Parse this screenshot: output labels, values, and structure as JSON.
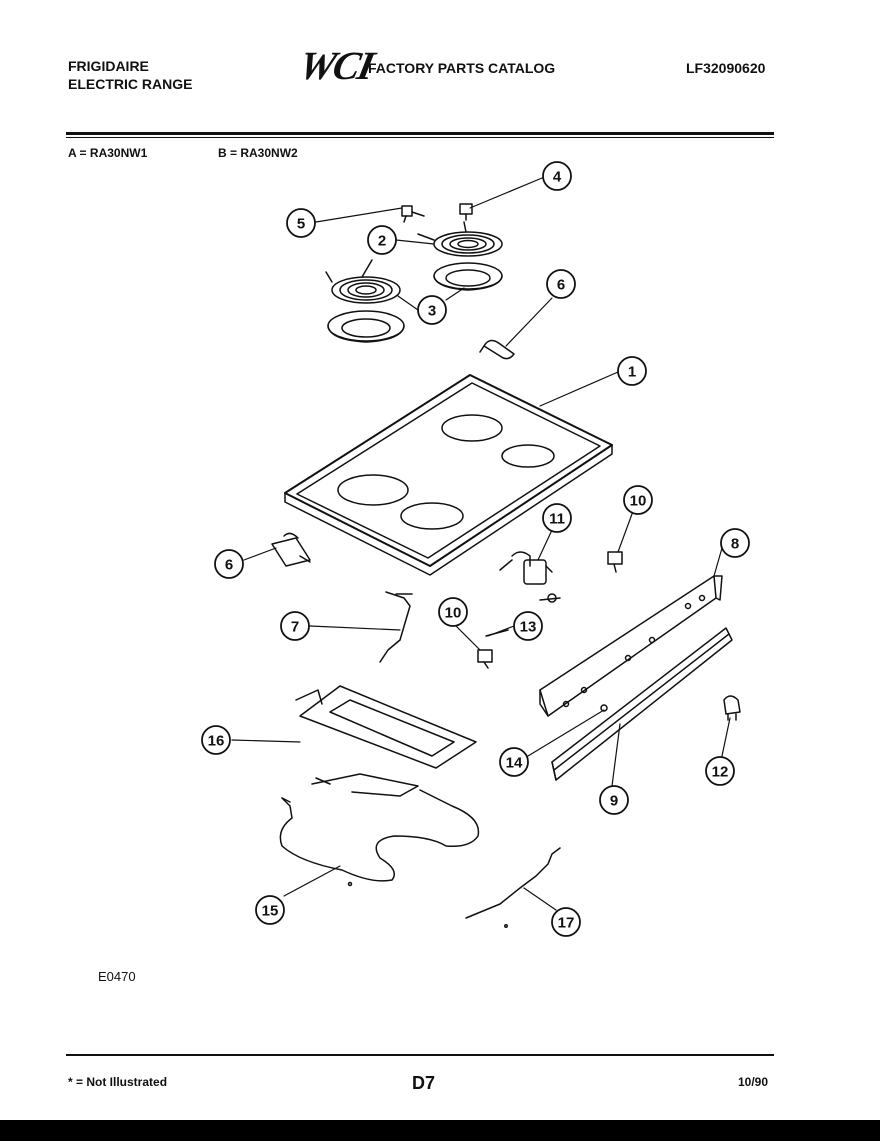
{
  "header": {
    "brand": "FRIGIDAIRE",
    "product": "ELECTRIC RANGE",
    "logo": "WCI",
    "catalog_title": "FACTORY PARTS CATALOG",
    "catalog_number": "LF32090620"
  },
  "models": {
    "a": "A = RA30NW1",
    "b": "B = RA30NW2"
  },
  "diagram": {
    "code": "E0470",
    "callouts": [
      "1",
      "2",
      "3",
      "4",
      "5",
      "6",
      "6",
      "7",
      "8",
      "9",
      "10",
      "10",
      "11",
      "12",
      "13",
      "14",
      "15",
      "16",
      "17"
    ]
  },
  "footer": {
    "note": "* = Not Illustrated",
    "page": "D7",
    "date": "10/90"
  }
}
